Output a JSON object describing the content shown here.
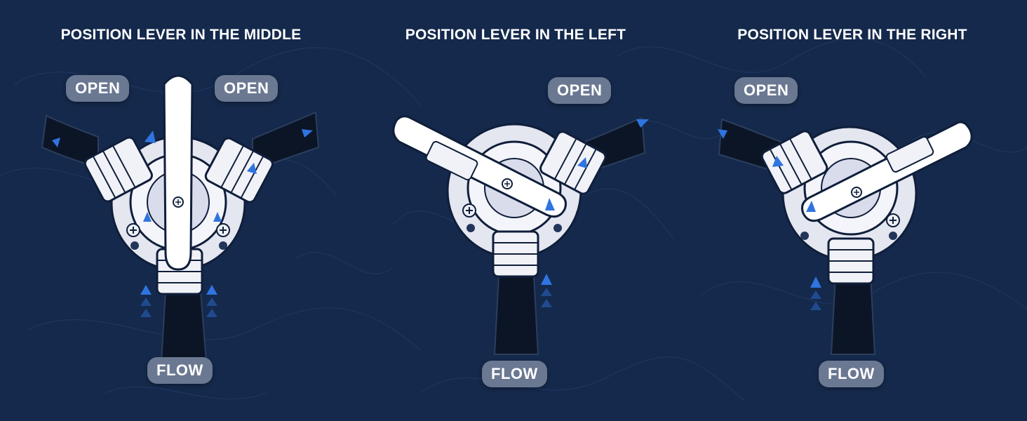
{
  "panels": [
    {
      "title": "POSITION LEVER IN THE MIDDLE",
      "labels": {
        "open_left": "OPEN",
        "open_right": "OPEN",
        "flow": "FLOW"
      }
    },
    {
      "title": "POSITION LEVER IN THE LEFT",
      "labels": {
        "open": "OPEN",
        "flow": "FLOW"
      }
    },
    {
      "title": "POSITION LEVER IN THE RIGHT",
      "labels": {
        "open": "OPEN",
        "flow": "FLOW"
      }
    }
  ],
  "colors": {
    "background": "#14294b",
    "label_pill": "#6a7892",
    "flow_arrow": "#2f74e0",
    "valve_body": "#e4e6f0",
    "outline": "#0f1e3a"
  }
}
